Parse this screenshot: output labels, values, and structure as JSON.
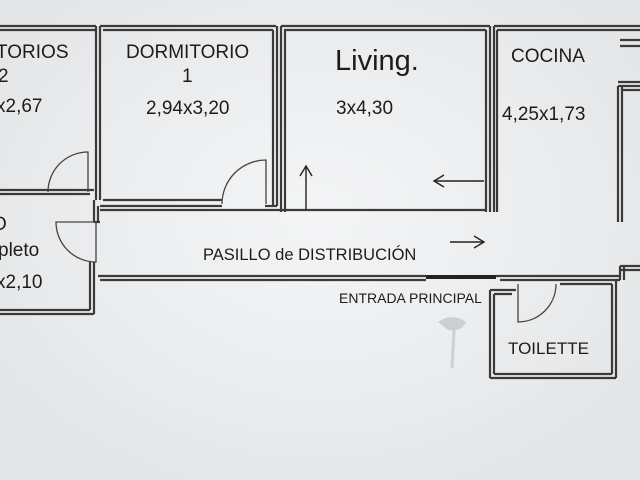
{
  "rooms": {
    "dormitorio2": {
      "name": "TORIOS",
      "number": "2",
      "size": "x2,67"
    },
    "dormitorio1": {
      "name": "DORMITORIO",
      "number": "1",
      "size": "2,94x3,20"
    },
    "living": {
      "name": "Living.",
      "size": "3x4,30"
    },
    "cocina": {
      "name": "COCINA",
      "size": "4,25x1,73"
    },
    "bano": {
      "name": "O",
      "type": "pleto",
      "size": "x2,10"
    },
    "toilette": {
      "name": "TOILETTE"
    }
  },
  "pasillo": {
    "label": "PASILLO de DISTRIBUCIÓN"
  },
  "entrada": {
    "label": "ENTRADA PRINCIPAL"
  }
}
